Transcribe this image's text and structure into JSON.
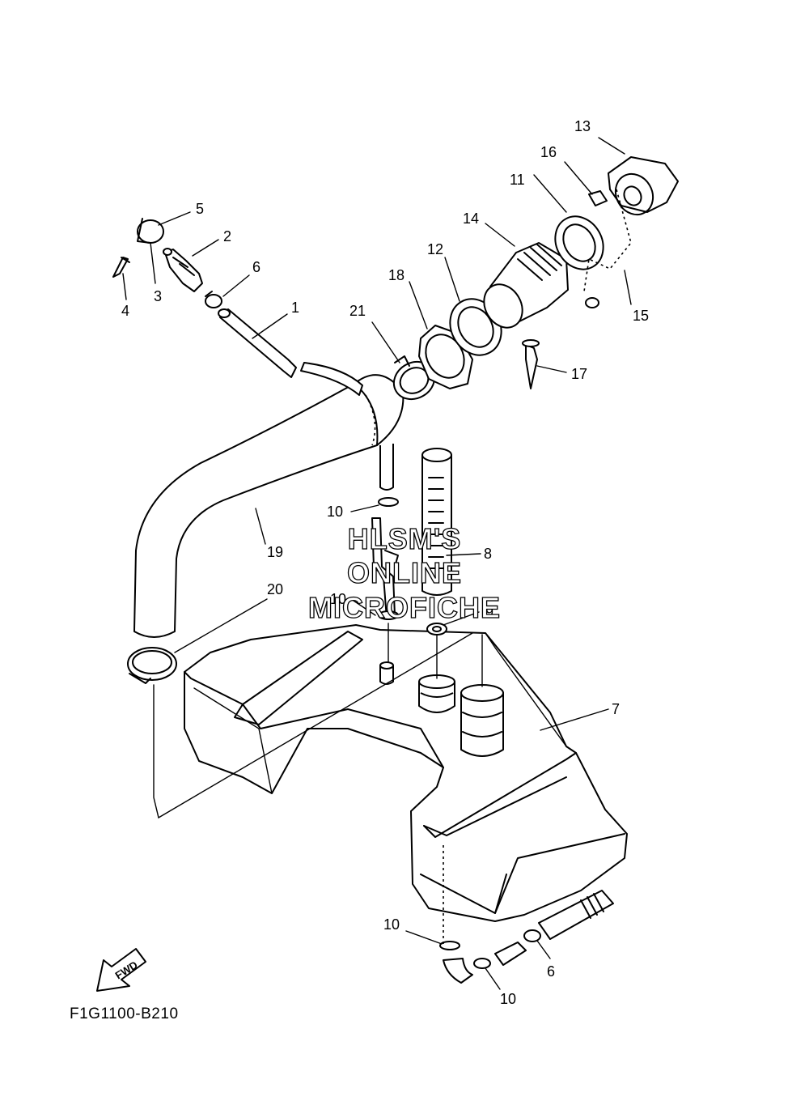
{
  "diagram": {
    "callouts": [
      {
        "label": "1"
      },
      {
        "label": "2"
      },
      {
        "label": "3"
      },
      {
        "label": "4"
      },
      {
        "label": "5"
      },
      {
        "label": "6"
      },
      {
        "label": "6"
      },
      {
        "label": "7"
      },
      {
        "label": "8"
      },
      {
        "label": "9"
      },
      {
        "label": "10"
      },
      {
        "label": "10"
      },
      {
        "label": "10"
      },
      {
        "label": "10"
      },
      {
        "label": "11"
      },
      {
        "label": "12"
      },
      {
        "label": "13"
      },
      {
        "label": "14"
      },
      {
        "label": "15"
      },
      {
        "label": "16"
      },
      {
        "label": "17"
      },
      {
        "label": "18"
      },
      {
        "label": "19"
      },
      {
        "label": "20"
      },
      {
        "label": "21"
      }
    ],
    "watermark": [
      "HLSM'S",
      "ONLINE",
      "MICROFICHE"
    ],
    "direction_label": "FWD",
    "figure_code": "F1G1100-B210"
  }
}
